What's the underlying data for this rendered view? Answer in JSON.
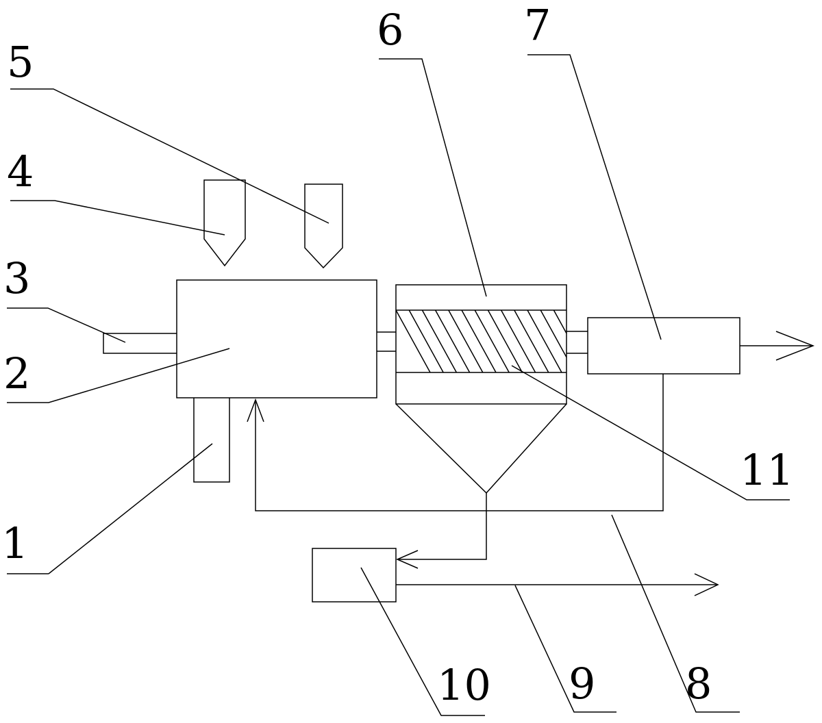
{
  "labels": {
    "part_1": "1",
    "part_2": "2",
    "part_3": "3",
    "part_4": "4",
    "part_5": "5",
    "part_6": "6",
    "part_7": "7",
    "part_8": "8",
    "part_9": "9",
    "part_10": "10",
    "part_11": "11"
  },
  "colors": {
    "line": "#000000",
    "background": "#ffffff"
  }
}
